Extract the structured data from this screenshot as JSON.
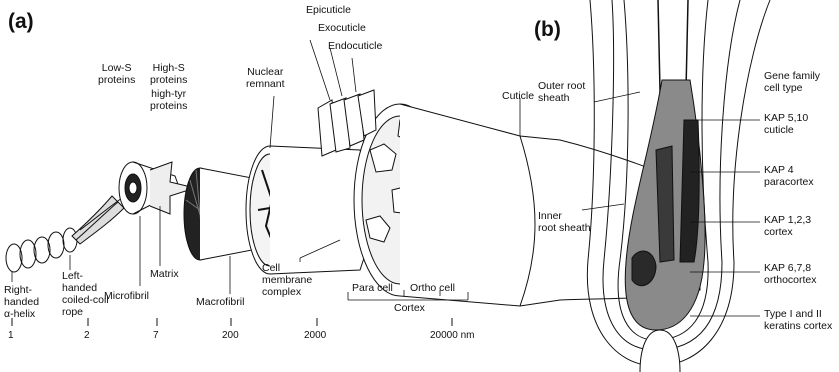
{
  "panel_a": {
    "label": "(a)",
    "labels": {
      "epicuticle": "Epicuticle",
      "exocuticle": "Exocuticle",
      "endocuticle": "Endocuticle",
      "low_s": "Low-S\nproteins",
      "high_s": "High-S\nproteins",
      "high_tyr": "high-tyr\nproteins",
      "nuclear": "Nuclear\nremnant",
      "cuticle": "Cuticle",
      "right_handed": "Right-\nhanded\nα-helix",
      "left_handed": "Left-\nhanded\ncoiled-coil\nrope",
      "matrix": "Matrix",
      "microfibril": "Microfibril",
      "macrofibril": "Macrofibril",
      "cmc": "Cell\nmembrane\ncomplex",
      "para_cell": "Para cell",
      "ortho_cell": "Ortho cell",
      "cortex": "Cortex"
    },
    "scale_ticks": [
      "1",
      "2",
      "7",
      "200",
      "2000",
      "20000 nm"
    ]
  },
  "panel_b": {
    "label": "(b)",
    "labels": {
      "outer_root": "Outer root\nsheath",
      "inner_root": "Inner\nroot sheath",
      "gene_family": "Gene family\ncell type",
      "kap510": "KAP 5,10\ncuticle",
      "kap4": "KAP 4\nparacortex",
      "kap123": "KAP 1,2,3\ncortex",
      "kap678": "KAP 6,7,8\northocortex",
      "type12": "Type I and II\nkeratins cortex"
    }
  }
}
